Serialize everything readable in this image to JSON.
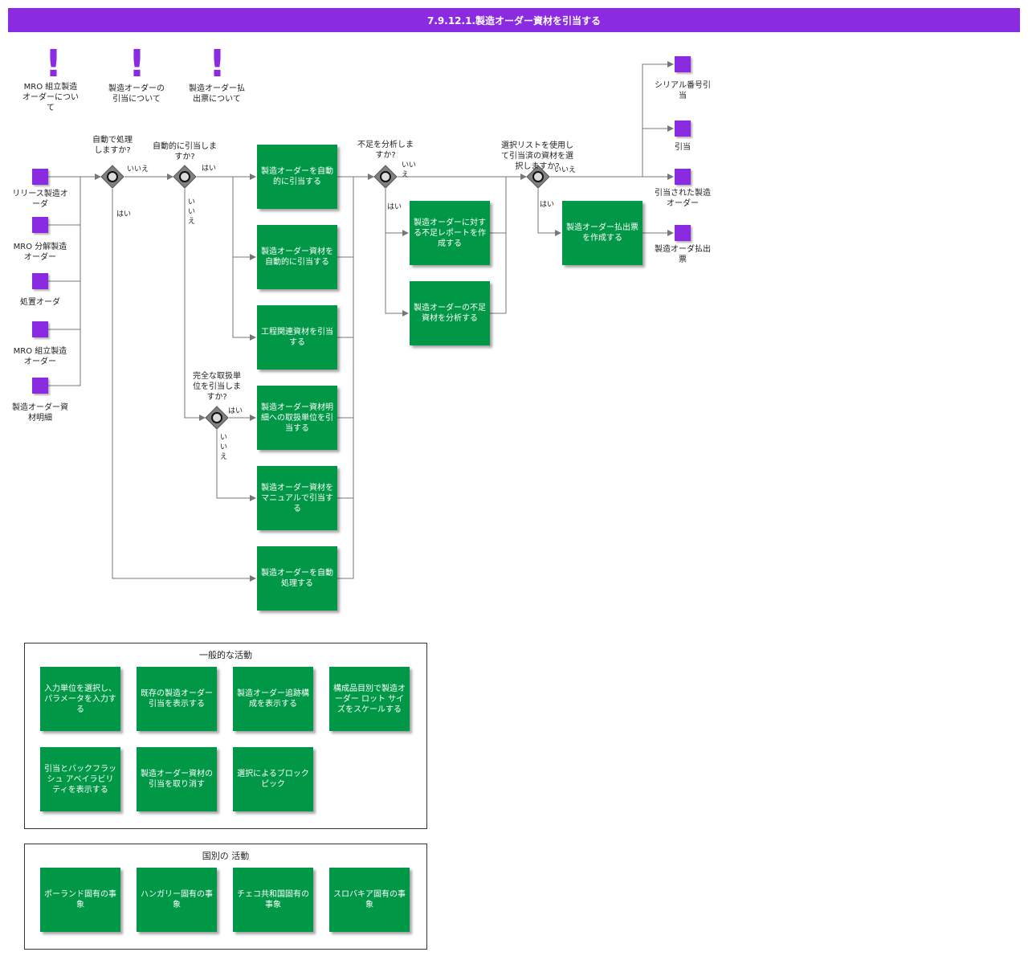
{
  "title": "7.9.12.1.製造オーダー資材を引当する",
  "colors": {
    "accent": "#8a2be2",
    "activity": "#009846",
    "gateway": "#808080"
  },
  "notes": [
    {
      "icon": "exclamation-icon",
      "label": "MRO 組立製造オーダーについて"
    },
    {
      "icon": "exclamation-icon",
      "label": "製造オーダーの引当について"
    },
    {
      "icon": "exclamation-icon",
      "label": "製造オーダー払出票について"
    }
  ],
  "inputs": [
    "リリース製造オーダ",
    "MRO 分解製造オーダー",
    "処置オーダ",
    "MRO 組立製造オーダー",
    "製造オーダー資材明細"
  ],
  "outputs": [
    "シリアル番号引当",
    "引当",
    "引当された製造オーダー",
    "製造オーダ払出票"
  ],
  "gateways": {
    "g1": "自動で処理しますか?",
    "g2": "自動的に引当しますか?",
    "g3": "完全な取扱単位を引当しますか?",
    "g4": "不足を分析しますか?",
    "g5": "選択リストを使用して引当済の資材を選択しますか?"
  },
  "edge_labels": {
    "yes": "はい",
    "no": "いいえ"
  },
  "activities": {
    "a1": "製造オーダーを自動的に引当する",
    "a2": "製造オーダー資材を自動的に引当する",
    "a3": "工程関連資材を引当する",
    "a4": "製造オーダー資材明細への取扱単位を引当する",
    "a5": "製造オーダー資材をマニュアルで引当する",
    "a6": "製造オーダーを自動処理する",
    "a7": "製造オーダーに対する不足レポートを作成する",
    "a8": "製造オーダーの不足資材を分析する",
    "a9": "製造オーダー払出票を作成する"
  },
  "general": {
    "title": "一般的な活動",
    "items": [
      "入力単位を選択し、パラメータを入力する",
      "既存の製造オーダー引当を表示する",
      "製造オーダー追跡構成を表示する",
      "構成品目別で製造オーダー ロット サイズをスケールする",
      "引当とバックフラッシュ アベイラビリティを表示する",
      "製造オーダー資材の引当を取り消す",
      "選択によるブロック ピック"
    ]
  },
  "country": {
    "title": "国別の 活動",
    "items": [
      "ポーランド固有の事象",
      "ハンガリー固有の事象",
      "チェコ共和国固有の事象",
      "スロバキア固有の事象"
    ]
  }
}
